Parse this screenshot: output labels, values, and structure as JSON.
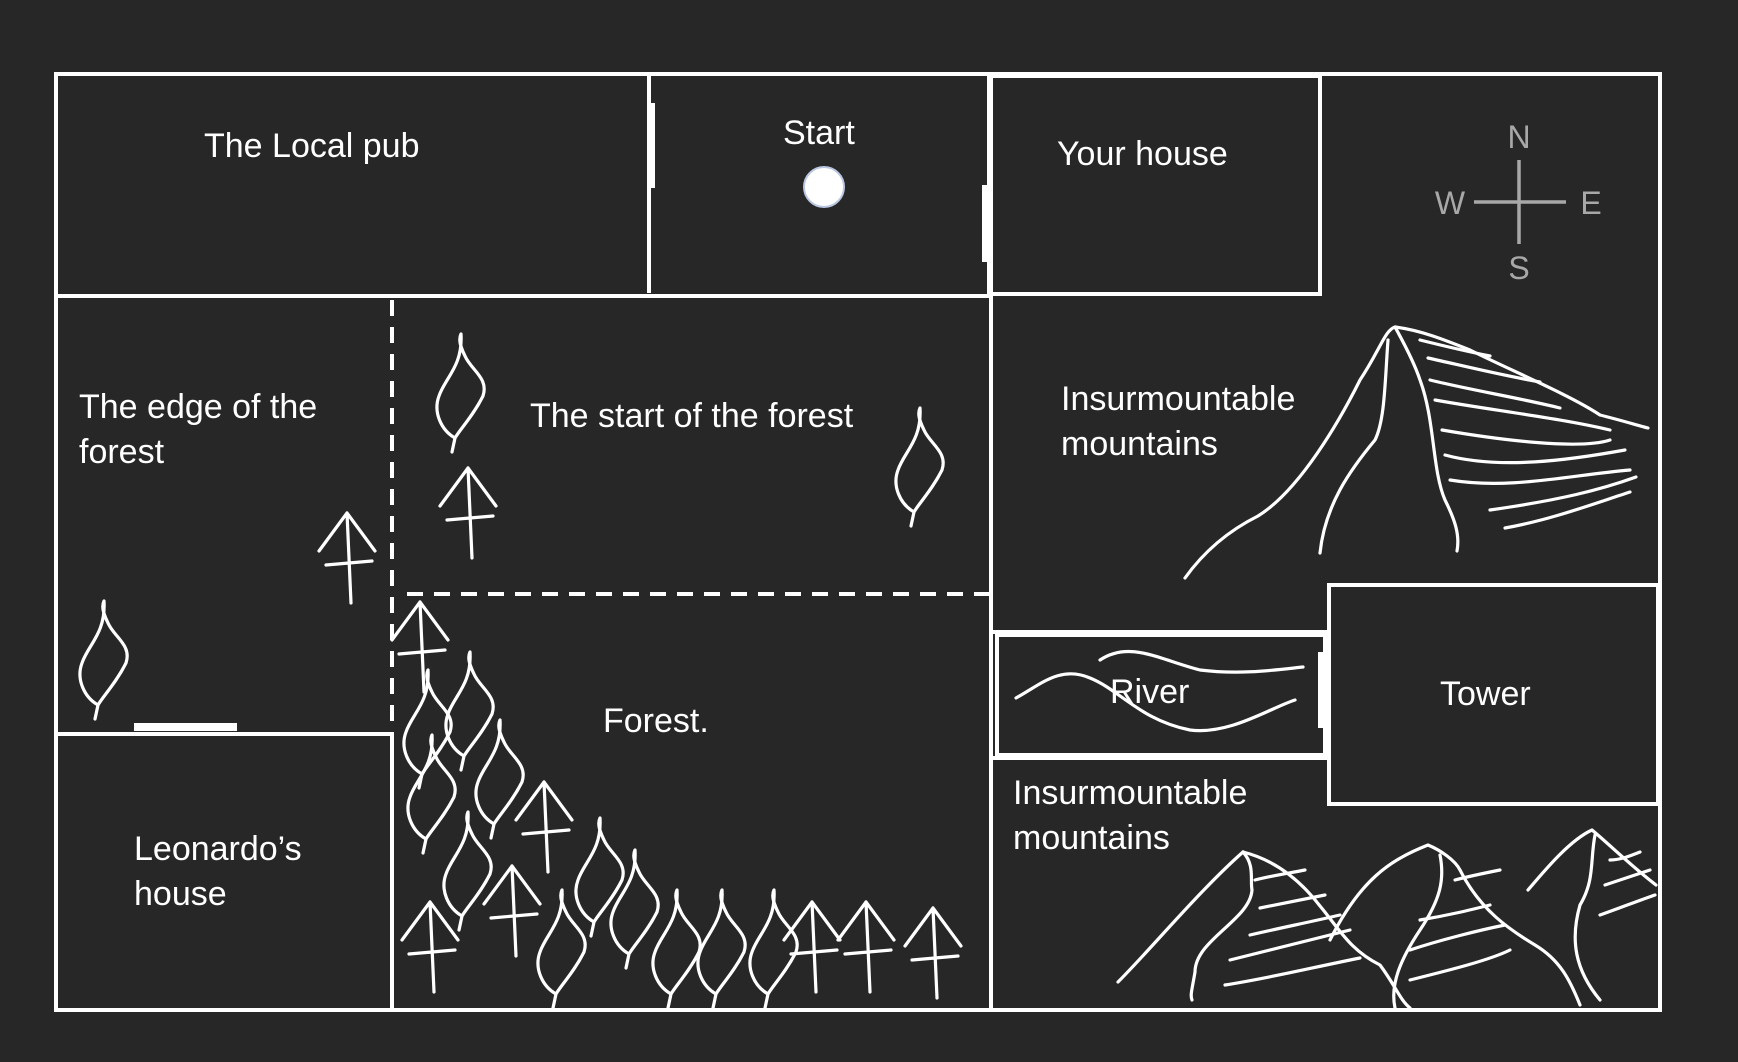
{
  "map": {
    "rooms": {
      "local_pub": "The Local pub",
      "start": "Start",
      "your_house": "Your house",
      "edge_of_forest_line1": "The edge of the",
      "edge_of_forest_line2": "forest",
      "start_of_forest": "The start of the forest",
      "forest": "Forest.",
      "leonardos_house_line1": "Leonardo’s",
      "leonardos_house_line2": "house",
      "mountains_north_line1": "Insurmountable",
      "mountains_north_line2": "mountains",
      "river": "River",
      "tower": "Tower",
      "mountains_south_line1": "Insurmountable",
      "mountains_south_line2": "mountains"
    },
    "compass": {
      "north": "N",
      "south": "S",
      "east": "E",
      "west": "W"
    },
    "colors": {
      "background": "#272727",
      "lines": "#ffffff",
      "compass": "#a8a8a8"
    }
  }
}
